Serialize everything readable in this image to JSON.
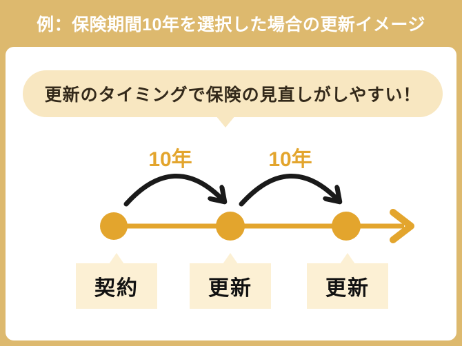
{
  "header": {
    "title": "例：保険期間10年を選択した場合の更新イメージ"
  },
  "callout": {
    "text": "更新のタイミングで保険の見直しがしやすい！"
  },
  "timeline": {
    "intervals": [
      "10年",
      "10年"
    ],
    "milestones": [
      "契約",
      "更新",
      "更新"
    ]
  },
  "colors": {
    "background_tan": "#ddb96e",
    "accent_gold": "#e3a52d",
    "bubble_cream": "#f8e7c1",
    "milestone_box_cream": "#fcf0d4",
    "callout_text": "#33291a",
    "milestone_text": "#111111",
    "header_text": "#ffffff",
    "span_arrow_black": "#1a1a1a"
  }
}
